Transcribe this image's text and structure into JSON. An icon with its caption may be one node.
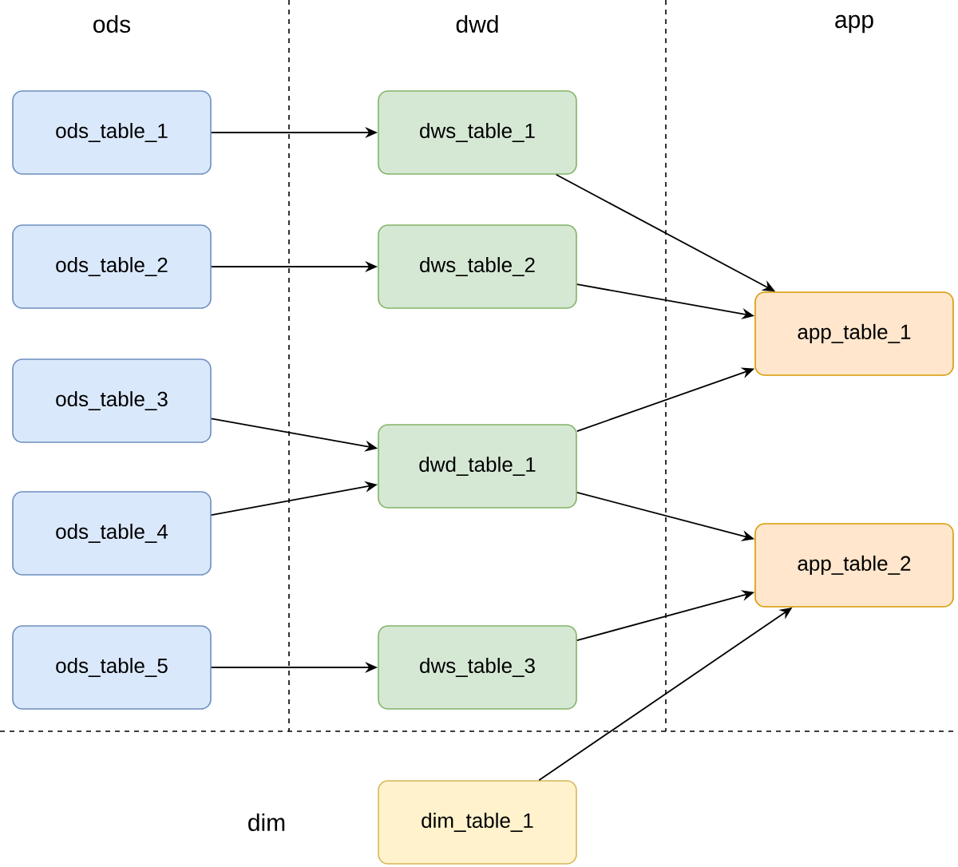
{
  "diagram": {
    "nodes": [
      {
        "text": [
          "ods_table_1"
        ]
      },
      {
        "text": [
          "ods_table_2"
        ]
      },
      {
        "text": [
          "ods_table_3"
        ]
      },
      {
        "text": [
          "ods_table_4"
        ]
      },
      {
        "text": [
          "ods_table_5"
        ]
      },
      {
        "text": [
          "dws_table_1"
        ]
      },
      {
        "text": [
          "dws_table_2"
        ]
      },
      {
        "text": [
          "dwd_table_1"
        ]
      },
      {
        "text": [
          "dws_table_3"
        ]
      },
      {
        "text": [
          "dim_table_1"
        ]
      },
      {
        "text": [
          "app_table_1"
        ]
      },
      {
        "text": [
          "app_table_2"
        ]
      }
    ],
    "edges": [
      {
        "from": 0,
        "to": 5,
        "arrow": "to"
      },
      {
        "from": 1,
        "to": 6,
        "arrow": "to"
      },
      {
        "from": 2,
        "to": 7,
        "arrow": "to"
      },
      {
        "from": 3,
        "to": 7,
        "arrow": "to"
      },
      {
        "from": 4,
        "to": 8,
        "arrow": "to"
      },
      {
        "from": 5,
        "to": 10,
        "arrow": "to"
      },
      {
        "from": 6,
        "to": 10,
        "arrow": "to"
      },
      {
        "from": 7,
        "to": 10,
        "arrow": "to"
      },
      {
        "from": 7,
        "to": 11,
        "arrow": "to"
      },
      {
        "from": 8,
        "to": 11,
        "arrow": "to"
      },
      {
        "from": 9,
        "to": 11,
        "arrow": "to"
      }
    ],
    "labels": [
      "ods",
      "dwd",
      "app",
      "dim"
    ]
  }
}
